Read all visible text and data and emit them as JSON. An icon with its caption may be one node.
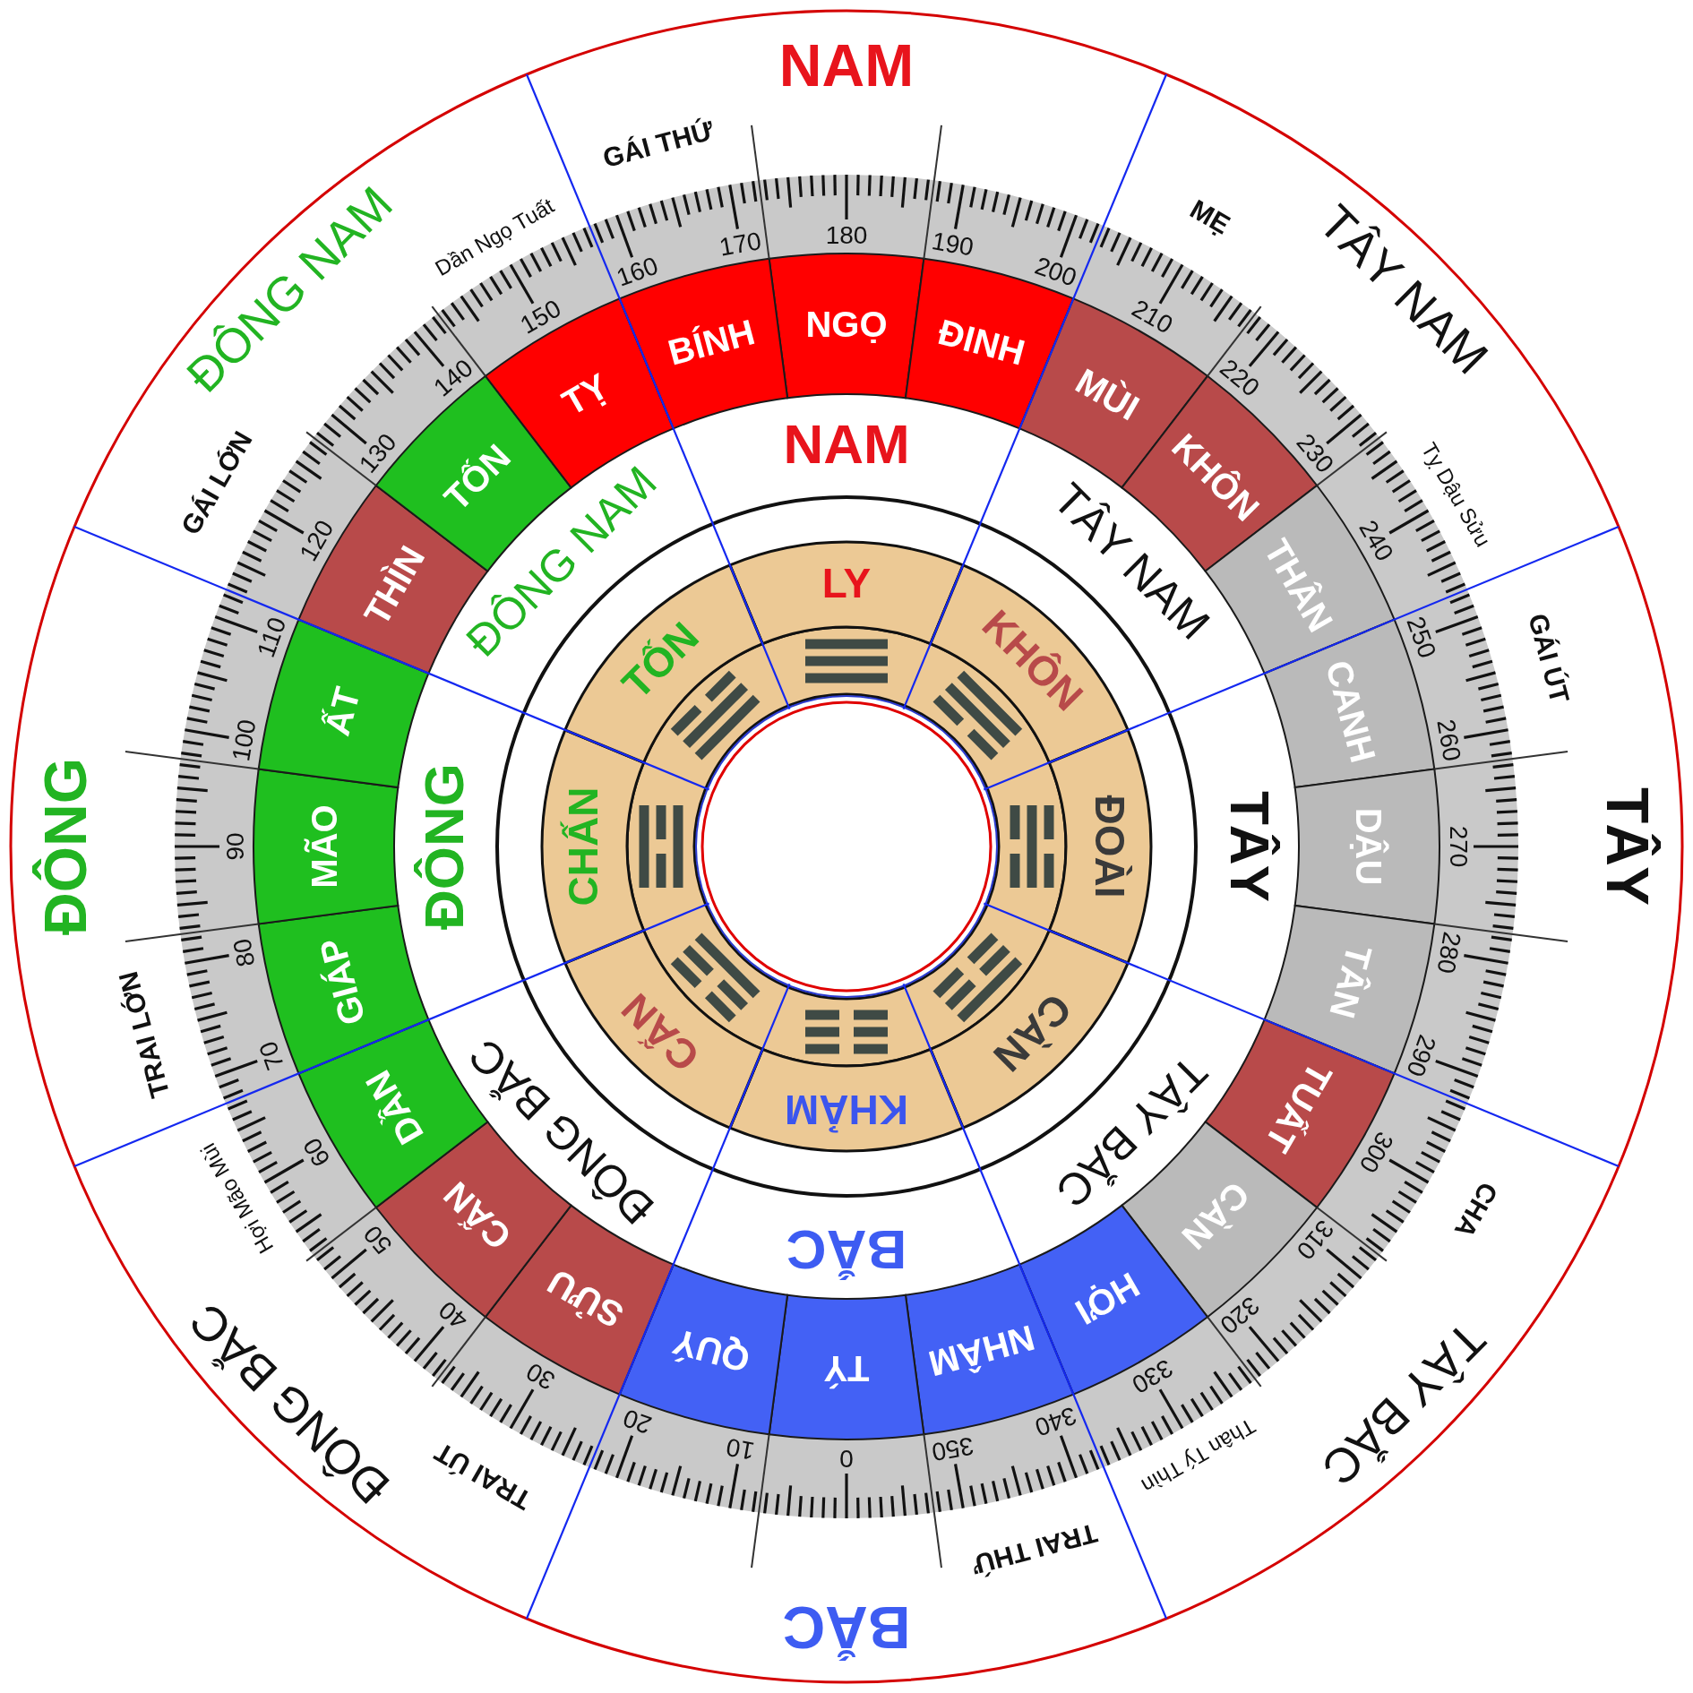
{
  "diagram": {
    "nodes": [
      {
        "text": [
          "NGỌ"
        ]
      },
      {
        "text": [
          "ĐINH"
        ]
      },
      {
        "text": [
          "MÙI"
        ]
      },
      {
        "text": [
          "KHÔN"
        ]
      },
      {
        "text": [
          "THÂN"
        ]
      },
      {
        "text": [
          "CANH"
        ]
      },
      {
        "text": [
          "DẬU"
        ]
      },
      {
        "text": [
          "TÂN"
        ]
      },
      {
        "text": [
          "TUẤT"
        ]
      },
      {
        "text": [
          "CÀN"
        ]
      },
      {
        "text": [
          "HỢI"
        ]
      },
      {
        "text": [
          "NHÂM"
        ]
      },
      {
        "text": [
          "TÝ"
        ]
      },
      {
        "text": [
          "QUÝ"
        ]
      },
      {
        "text": [
          "SỬU"
        ]
      },
      {
        "text": [
          "CẤN"
        ]
      },
      {
        "text": [
          "DẦN"
        ]
      },
      {
        "text": [
          "GIÁP"
        ]
      },
      {
        "text": [
          "MÃO"
        ]
      },
      {
        "text": [
          "ẤT"
        ]
      },
      {
        "text": [
          "THÌN"
        ]
      },
      {
        "text": [
          "TỐN"
        ]
      },
      {
        "text": [
          "TỴ"
        ]
      },
      {
        "text": [
          "BÍNH"
        ]
      },
      {
        "text": [
          "LY"
        ]
      },
      {
        "text": [
          "KHÔN"
        ]
      },
      {
        "text": [
          "ĐOÀI"
        ]
      },
      {
        "text": [
          "CÀN"
        ]
      },
      {
        "text": [
          "KHẢM"
        ]
      },
      {
        "text": [
          "CẤN"
        ]
      },
      {
        "text": [
          "CHẤN"
        ]
      },
      {
        "text": [
          "TỐN"
        ]
      }
    ],
    "labels": [
      "NAM",
      "TÂY NAM",
      "TÂY",
      "TÂY BẮC",
      "BẮC",
      "ĐÔNG BẮC",
      "ĐÔNG",
      "ĐÔNG NAM",
      "MẸ",
      "GÁI ÚT",
      "CHA",
      "TRAI THỨ",
      "TRAI ÚT",
      "TRAI LỚN",
      "GÁI LỚN",
      "GÁI THỨ",
      "Tỵ Dậu Sửu",
      "Thân Tý Thìn",
      "Hợi Mão Mùi",
      "Dần Ngọ Tuất",
      "180",
      "190",
      "200",
      "210",
      "220",
      "230",
      "240",
      "250",
      "260",
      "270",
      "280",
      "290",
      "300",
      "310",
      "320",
      "330",
      "340",
      "350",
      "0",
      "10",
      "20",
      "30",
      "40",
      "50",
      "60",
      "70",
      "80",
      "90",
      "100",
      "110",
      "120",
      "130",
      "140",
      "150",
      "160",
      "170",
      "NAM",
      "TÂY NAM",
      "TÂY",
      "TÂY BẮC",
      "BẮC",
      "ĐÔNG BẮC",
      "ĐÔNG",
      "ĐÔNG NAM"
    ]
  }
}
